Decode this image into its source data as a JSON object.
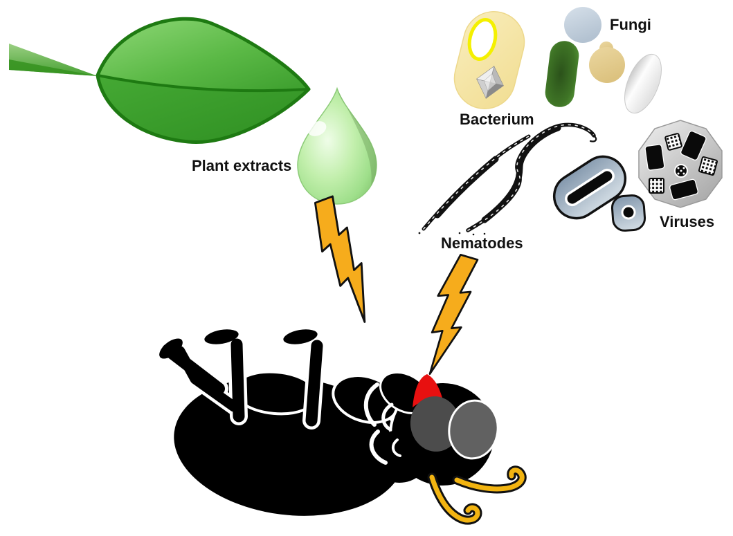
{
  "diagram": {
    "type": "illustration",
    "description": "Biological control agents (plant extracts, bacterium, fungi, nematodes, viruses) attacking a dead insect pest (fly on its back), indicated by lightning bolts",
    "agents": [
      {
        "id": "plant-extracts",
        "label": "Plant extracts"
      },
      {
        "id": "bacterium",
        "label": "Bacterium"
      },
      {
        "id": "fungi",
        "label": "Fungi"
      },
      {
        "id": "nematodes",
        "label": "Nematodes"
      },
      {
        "id": "viruses",
        "label": "Viruses"
      }
    ],
    "icons": [
      {
        "name": "leaf-icon",
        "meaning": "green plant leaf"
      },
      {
        "name": "droplet-icon",
        "meaning": "green extract droplet dripping from leaf tip"
      },
      {
        "name": "bacterium-icon",
        "meaning": "yellow bacterial cell with spore crystal"
      },
      {
        "name": "fungi-icons",
        "meaning": "assorted fungal spores: blue-gray sphere, green rod, budding yeast, white conidium"
      },
      {
        "name": "nematode-icons",
        "meaning": "two ink-sketched nematode worms"
      },
      {
        "name": "virus-icons",
        "meaning": "rod-shaped virion, small round virion, polyhedral occlusion body with virus particles"
      },
      {
        "name": "lightning-bolt-icon",
        "meaning": "attack / kill action bolt"
      },
      {
        "name": "dead-fly-icon",
        "meaning": "dead insect pest lying on its back with legs up"
      }
    ],
    "colors": {
      "background": "#FFFFFF",
      "leaf_green_dark": "#1E7A12",
      "leaf_green": "#3FA32F",
      "leaf_green_light": "#8FD877",
      "droplet_green": "#BDEBAA",
      "lightning_orange": "#F6AC1C",
      "bacterium_capsule": "#F6E6A4",
      "bacterium_ring_yellow": "#F4F000",
      "fungus_blue_gray": "#C5D3E0",
      "fungus_green": "#3E7A24",
      "fungus_tan": "#E2CB8E",
      "virus_blue_gray": "#8FA3B8",
      "virus_capsid_gray": "#C9C9C9",
      "insect_black": "#000000",
      "insect_eye_gray": "#555555",
      "insect_wound_red": "#E81010",
      "insect_antenna_gold": "#F2B411",
      "label_text": "#111111"
    }
  }
}
